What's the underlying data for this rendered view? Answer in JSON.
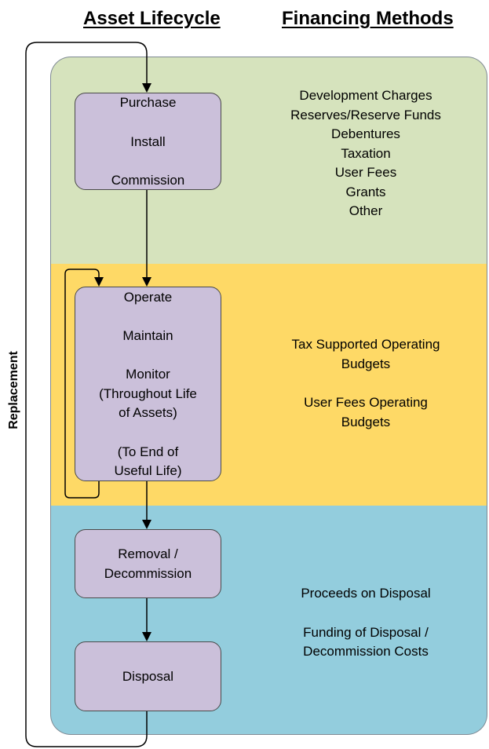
{
  "headings": {
    "left": "Asset Lifecycle",
    "right": "Financing Methods"
  },
  "side_label": "Replacement",
  "stages": {
    "acquisition": [
      "Purchase",
      "Install",
      "Commission"
    ],
    "operation": [
      "Operate",
      "Maintain",
      "Monitor",
      "(Throughout Life",
      "of Assets)",
      "(To End of",
      "Useful Life)"
    ],
    "removal": [
      "Removal /",
      "Decommission"
    ],
    "disposal": [
      "Disposal"
    ]
  },
  "financing": {
    "acquisition": [
      "Development Charges",
      "Reserves/Reserve Funds",
      "Debentures",
      "Taxation",
      "User Fees",
      "Grants",
      "Other"
    ],
    "operation": [
      "Tax Supported Operating",
      "Budgets",
      "User Fees Operating",
      "Budgets"
    ],
    "disposal": [
      "Proceeds on Disposal",
      "Funding of Disposal /",
      "Decommission Costs"
    ]
  },
  "colors": {
    "acquisition_band": "#d6e3bd",
    "operation_band": "#fed966",
    "disposal_band": "#93cddd",
    "stage_box": "#cbc0da",
    "connector": "#000000"
  }
}
